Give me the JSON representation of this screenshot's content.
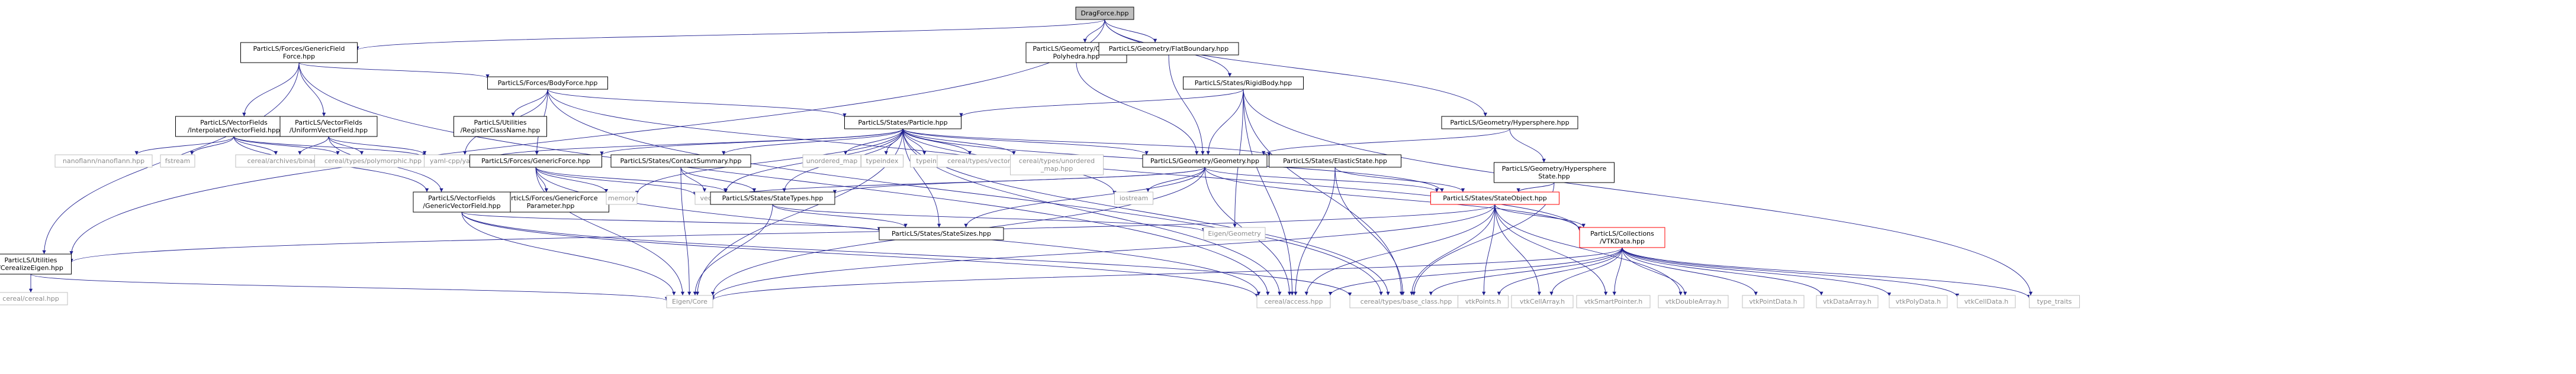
{
  "colors": {
    "edge": "#1f1f8f",
    "box_border": "#000000",
    "root_fill": "#bfbfbf",
    "missing_text": "#8c8c8c",
    "missing_border": "#bfbfbf",
    "highlight_border": "#ff0000"
  },
  "nodes": [
    {
      "id": "dragforce",
      "lines": [
        "DragForce.hpp"
      ],
      "kind": "root"
    },
    {
      "id": "gvf_force",
      "lines": [
        "ParticLS/Forces/GenericField",
        "Force.hpp"
      ],
      "kind": "normal"
    },
    {
      "id": "convex",
      "lines": [
        "ParticLS/Geometry/Convex",
        "Polyhedra.hpp"
      ],
      "kind": "normal"
    },
    {
      "id": "flatboundary",
      "lines": [
        "ParticLS/Geometry/FlatBoundary.hpp"
      ],
      "kind": "normal"
    },
    {
      "id": "rigidbody",
      "lines": [
        "ParticLS/States/RigidBody.hpp"
      ],
      "kind": "normal"
    },
    {
      "id": "bodyforce",
      "lines": [
        "ParticLS/Forces/BodyForce.hpp"
      ],
      "kind": "normal"
    },
    {
      "id": "interpvf",
      "lines": [
        "ParticLS/VectorFields",
        "/InterpolatedVectorField.hpp"
      ],
      "kind": "normal"
    },
    {
      "id": "uniformvf",
      "lines": [
        "ParticLS/VectorFields",
        "/UniformVectorField.hpp"
      ],
      "kind": "normal"
    },
    {
      "id": "registerclass",
      "lines": [
        "ParticLS/Utilities",
        "/RegisterClassName.hpp"
      ],
      "kind": "normal"
    },
    {
      "id": "particle",
      "lines": [
        "ParticLS/States/Particle.hpp"
      ],
      "kind": "normal"
    },
    {
      "id": "hypersphere",
      "lines": [
        "ParticLS/Geometry/Hypersphere.hpp"
      ],
      "kind": "normal"
    },
    {
      "id": "nanoflann",
      "lines": [
        "nanoflann/nanoflann.hpp"
      ],
      "kind": "missing"
    },
    {
      "id": "fstream",
      "lines": [
        "fstream"
      ],
      "kind": "missing"
    },
    {
      "id": "cereal_binary",
      "lines": [
        "cereal/archives/binary.hpp"
      ],
      "kind": "missing"
    },
    {
      "id": "cereal_poly",
      "lines": [
        "cereal/types/polymorphic.hpp"
      ],
      "kind": "missing"
    },
    {
      "id": "yamlcpp",
      "lines": [
        "yaml-cpp/yaml.h"
      ],
      "kind": "missing"
    },
    {
      "id": "genericforce",
      "lines": [
        "ParticLS/Forces/GenericForce.hpp"
      ],
      "kind": "normal"
    },
    {
      "id": "contactsummary",
      "lines": [
        "ParticLS/States/ContactSummary.hpp"
      ],
      "kind": "normal"
    },
    {
      "id": "unordered_map",
      "lines": [
        "unordered_map"
      ],
      "kind": "missing"
    },
    {
      "id": "typeindex",
      "lines": [
        "typeindex"
      ],
      "kind": "missing"
    },
    {
      "id": "typeinfo",
      "lines": [
        "typeinfo"
      ],
      "kind": "missing"
    },
    {
      "id": "cereal_vector",
      "lines": [
        "cereal/types/vector.hpp"
      ],
      "kind": "missing"
    },
    {
      "id": "cereal_umap",
      "lines": [
        "cereal/types/unordered",
        "_map.hpp"
      ],
      "kind": "missing"
    },
    {
      "id": "geometry",
      "lines": [
        "ParticLS/Geometry/Geometry.hpp"
      ],
      "kind": "normal"
    },
    {
      "id": "elasticstate",
      "lines": [
        "ParticLS/States/ElasticState.hpp"
      ],
      "kind": "normal"
    },
    {
      "id": "hyperstate",
      "lines": [
        "ParticLS/Geometry/Hypersphere",
        "State.hpp"
      ],
      "kind": "normal"
    },
    {
      "id": "gfparam",
      "lines": [
        "ParticLS/Forces/GenericForce",
        "Parameter.hpp"
      ],
      "kind": "normal"
    },
    {
      "id": "memory",
      "lines": [
        "memory"
      ],
      "kind": "missing"
    },
    {
      "id": "vector",
      "lines": [
        "vector"
      ],
      "kind": "missing"
    },
    {
      "id": "statetypes",
      "lines": [
        "ParticLS/States/StateTypes.hpp"
      ],
      "kind": "normal"
    },
    {
      "id": "iostream",
      "lines": [
        "iostream"
      ],
      "kind": "missing"
    },
    {
      "id": "stateobject",
      "lines": [
        "ParticLS/States/StateObject.hpp"
      ],
      "kind": "highlight"
    },
    {
      "id": "genericvf",
      "lines": [
        "ParticLS/VectorFields",
        "/GenericVectorField.hpp"
      ],
      "kind": "normal"
    },
    {
      "id": "statesizes",
      "lines": [
        "ParticLS/States/StateSizes.hpp"
      ],
      "kind": "normal"
    },
    {
      "id": "eigen_geometry",
      "lines": [
        "Eigen/Geometry"
      ],
      "kind": "missing"
    },
    {
      "id": "vtkdata",
      "lines": [
        "ParticLS/Collections",
        "/VTKData.hpp"
      ],
      "kind": "highlight"
    },
    {
      "id": "cerealize",
      "lines": [
        "ParticLS/Utilities",
        "/CerealizeEigen.hpp"
      ],
      "kind": "normal"
    },
    {
      "id": "cereal_cereal",
      "lines": [
        "cereal/cereal.hpp"
      ],
      "kind": "missing"
    },
    {
      "id": "eigen_core",
      "lines": [
        "Eigen/Core"
      ],
      "kind": "missing"
    },
    {
      "id": "cereal_access",
      "lines": [
        "cereal/access.hpp"
      ],
      "kind": "missing"
    },
    {
      "id": "base_class",
      "lines": [
        "cereal/types/base_class.hpp"
      ],
      "kind": "missing"
    },
    {
      "id": "vtkpoints",
      "lines": [
        "vtkPoints.h"
      ],
      "kind": "missing"
    },
    {
      "id": "vtkcellarray",
      "lines": [
        "vtkCellArray.h"
      ],
      "kind": "missing"
    },
    {
      "id": "vtksmartpointer",
      "lines": [
        "vtkSmartPointer.h"
      ],
      "kind": "missing"
    },
    {
      "id": "vtkdoublearray",
      "lines": [
        "vtkDoubleArray.h"
      ],
      "kind": "missing"
    },
    {
      "id": "vtkpointdata",
      "lines": [
        "vtkPointData.h"
      ],
      "kind": "missing"
    },
    {
      "id": "vtkdataarray",
      "lines": [
        "vtkDataArray.h"
      ],
      "kind": "missing"
    },
    {
      "id": "vtkpolydata",
      "lines": [
        "vtkPolyData.h"
      ],
      "kind": "missing"
    },
    {
      "id": "vtkcelldata",
      "lines": [
        "vtkCellData.h"
      ],
      "kind": "missing"
    },
    {
      "id": "type_traits",
      "lines": [
        "type_traits"
      ],
      "kind": "missing"
    }
  ],
  "edges": [
    [
      "dragforce",
      "gvf_force"
    ],
    [
      "dragforce",
      "convex"
    ],
    [
      "dragforce",
      "flatboundary"
    ],
    [
      "dragforce",
      "rigidbody"
    ],
    [
      "dragforce",
      "hypersphere"
    ],
    [
      "dragforce",
      "cerealize"
    ],
    [
      "gvf_force",
      "bodyforce"
    ],
    [
      "gvf_force",
      "interpvf"
    ],
    [
      "gvf_force",
      "uniformvf"
    ],
    [
      "gvf_force",
      "cerealize"
    ],
    [
      "gvf_force",
      "cereal_access"
    ],
    [
      "convex",
      "geometry"
    ],
    [
      "flatboundary",
      "geometry"
    ],
    [
      "rigidbody",
      "particle"
    ],
    [
      "rigidbody",
      "geometry"
    ],
    [
      "rigidbody",
      "eigen_geometry"
    ],
    [
      "rigidbody",
      "cereal_access"
    ],
    [
      "rigidbody",
      "base_class"
    ],
    [
      "rigidbody",
      "type_traits"
    ],
    [
      "bodyforce",
      "registerclass"
    ],
    [
      "bodyforce",
      "particle"
    ],
    [
      "bodyforce",
      "yamlcpp"
    ],
    [
      "bodyforce",
      "genericforce"
    ],
    [
      "bodyforce",
      "iostream"
    ],
    [
      "bodyforce",
      "base_class"
    ],
    [
      "interpvf",
      "nanoflann"
    ],
    [
      "interpvf",
      "fstream"
    ],
    [
      "interpvf",
      "cereal_binary"
    ],
    [
      "interpvf",
      "cereal_poly"
    ],
    [
      "interpvf",
      "yamlcpp"
    ],
    [
      "interpvf",
      "genericvf"
    ],
    [
      "uniformvf",
      "cereal_binary"
    ],
    [
      "uniformvf",
      "cereal_poly"
    ],
    [
      "uniformvf",
      "yamlcpp"
    ],
    [
      "uniformvf",
      "genericvf"
    ],
    [
      "particle",
      "yamlcpp"
    ],
    [
      "particle",
      "genericforce"
    ],
    [
      "particle",
      "contactsummary"
    ],
    [
      "particle",
      "unordered_map"
    ],
    [
      "particle",
      "typeindex"
    ],
    [
      "particle",
      "typeinfo"
    ],
    [
      "particle",
      "cereal_vector"
    ],
    [
      "particle",
      "cereal_umap"
    ],
    [
      "particle",
      "geometry"
    ],
    [
      "particle",
      "elasticstate"
    ],
    [
      "particle",
      "statetypes"
    ],
    [
      "particle",
      "statesizes"
    ],
    [
      "particle",
      "stateobject"
    ],
    [
      "particle",
      "vtkdata"
    ],
    [
      "particle",
      "memory"
    ],
    [
      "particle",
      "vector"
    ],
    [
      "particle",
      "eigen_core"
    ],
    [
      "particle",
      "cereal_access"
    ],
    [
      "particle",
      "base_class"
    ],
    [
      "hypersphere",
      "geometry"
    ],
    [
      "hypersphere",
      "hyperstate"
    ],
    [
      "genericforce",
      "gfparam"
    ],
    [
      "genericforce",
      "memory"
    ],
    [
      "genericforce",
      "vector"
    ],
    [
      "genericforce",
      "statetypes"
    ],
    [
      "genericforce",
      "eigen_core"
    ],
    [
      "genericforce",
      "cereal_access"
    ],
    [
      "contactsummary",
      "vector"
    ],
    [
      "contactsummary",
      "statetypes"
    ],
    [
      "contactsummary",
      "eigen_core"
    ],
    [
      "geometry",
      "vector"
    ],
    [
      "geometry",
      "iostream"
    ],
    [
      "geometry",
      "statetypes"
    ],
    [
      "geometry",
      "statesizes"
    ],
    [
      "geometry",
      "stateobject"
    ],
    [
      "geometry",
      "eigen_core"
    ],
    [
      "geometry",
      "cereal_access"
    ],
    [
      "geometry",
      "vtkdata"
    ],
    [
      "elasticstate",
      "stateobject"
    ],
    [
      "elasticstate",
      "cereal_access"
    ],
    [
      "elasticstate",
      "base_class"
    ],
    [
      "hyperstate",
      "stateobject"
    ],
    [
      "hyperstate",
      "base_class"
    ],
    [
      "statetypes",
      "statesizes"
    ],
    [
      "statetypes",
      "eigen_core"
    ],
    [
      "statetypes",
      "eigen_geometry"
    ],
    [
      "stateobject",
      "cerealize"
    ],
    [
      "stateobject",
      "vtkdata"
    ],
    [
      "stateobject",
      "eigen_core"
    ],
    [
      "stateobject",
      "cereal_access"
    ],
    [
      "stateobject",
      "base_class"
    ],
    [
      "stateobject",
      "vtkpoints"
    ],
    [
      "stateobject",
      "vtkcellarray"
    ],
    [
      "stateobject",
      "vtksmartpointer"
    ],
    [
      "stateobject",
      "vtkdoublearray"
    ],
    [
      "genericvf",
      "statesizes"
    ],
    [
      "genericvf",
      "eigen_core"
    ],
    [
      "genericvf",
      "cereal_access"
    ],
    [
      "genericvf",
      "base_class"
    ],
    [
      "vtkdata",
      "eigen_core"
    ],
    [
      "vtkdata",
      "cereal_access"
    ],
    [
      "vtkdata",
      "base_class"
    ],
    [
      "vtkdata",
      "vtkpoints"
    ],
    [
      "vtkdata",
      "vtkcellarray"
    ],
    [
      "vtkdata",
      "vtksmartpointer"
    ],
    [
      "vtkdata",
      "vtkdoublearray"
    ],
    [
      "vtkdata",
      "vtkpointdata"
    ],
    [
      "vtkdata",
      "vtkdataarray"
    ],
    [
      "vtkdata",
      "vtkpolydata"
    ],
    [
      "vtkdata",
      "vtkcelldata"
    ],
    [
      "vtkdata",
      "type_traits"
    ],
    [
      "cerealize",
      "cereal_cereal"
    ],
    [
      "cerealize",
      "eigen_core"
    ]
  ]
}
